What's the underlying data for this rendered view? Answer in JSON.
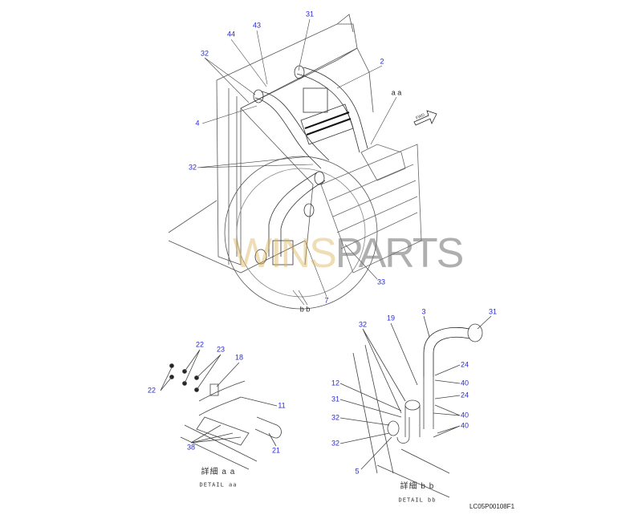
{
  "watermark": {
    "part1": "WINS",
    "part2": "PARTS"
  },
  "main_view": {
    "callouts": [
      "31",
      "43",
      "44",
      "32",
      "2",
      "4",
      "32",
      "33",
      "7"
    ],
    "detail_refs": {
      "aa": "a a",
      "bb": "b b"
    },
    "fwd_label": "FWD"
  },
  "detail_aa": {
    "callouts": [
      "22",
      "23",
      "18",
      "22",
      "11",
      "38",
      "21"
    ],
    "title_ja": "詳細 a a",
    "title_en": "DETAIL aa"
  },
  "detail_bb": {
    "callouts": [
      "32",
      "19",
      "3",
      "31",
      "24",
      "40",
      "24",
      "40",
      "40",
      "12",
      "31",
      "32",
      "32",
      "5"
    ],
    "title_ja": "詳細 b b",
    "title_en": "DETAIL bb"
  },
  "drawing_number": "LC05P00108F1",
  "colors": {
    "callout": "#2a2acc",
    "line": "#333333"
  }
}
